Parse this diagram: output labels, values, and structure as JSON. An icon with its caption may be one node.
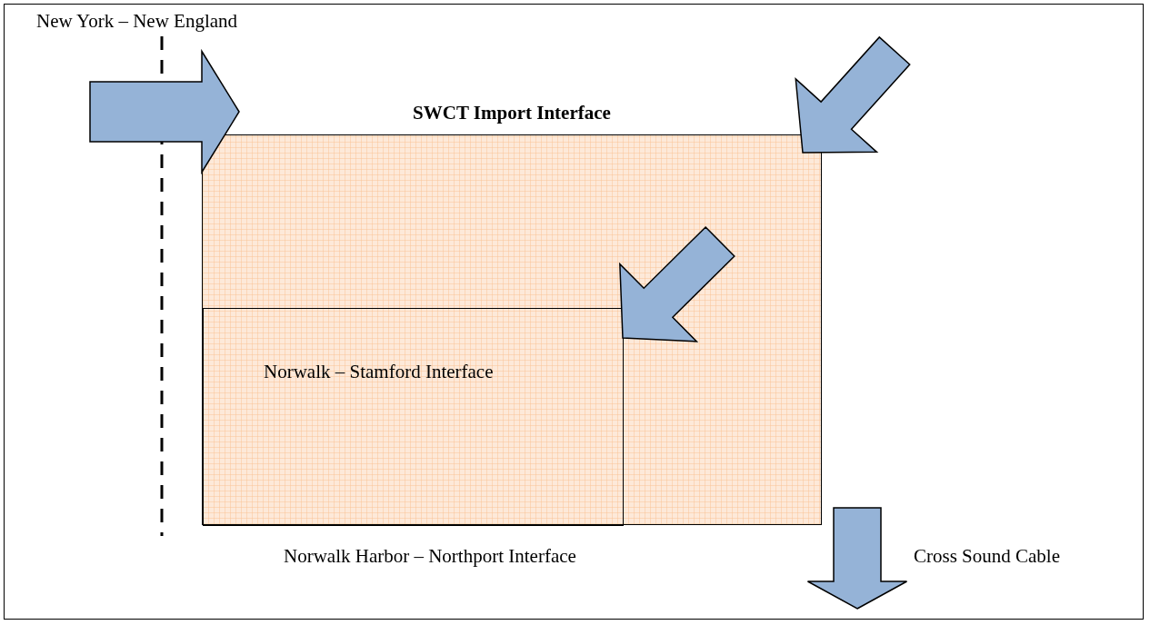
{
  "diagram": {
    "nodes": [
      {
        "text": [
          "SWCT Import Interface"
        ]
      },
      {
        "text": [
          "Norwalk – Stamford Interface"
        ],
        "in": 0
      }
    ],
    "edges": [
      {
        "from": null,
        "to": 0,
        "arrow": "to"
      },
      {
        "from": null,
        "to": 0,
        "arrow": "to"
      },
      {
        "from": null,
        "to": 1,
        "arrow": "to"
      },
      {
        "from": 0,
        "to": null,
        "arrow": "to",
        "label": "Cross Sound Cable"
      }
    ],
    "labels": [
      "New York – New England",
      "Norwalk Harbor – Northport Interface"
    ]
  }
}
